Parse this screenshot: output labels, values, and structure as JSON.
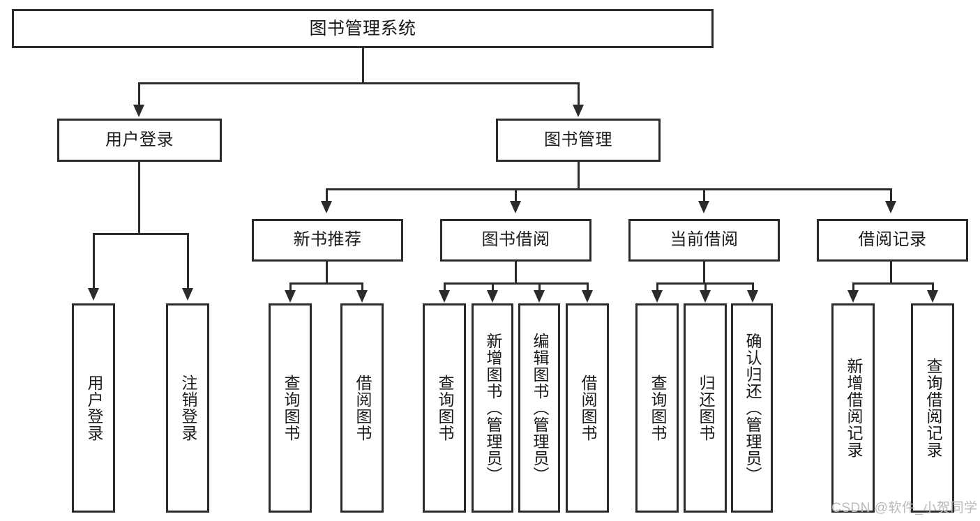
{
  "diagram": {
    "title": "图书管理系统",
    "type": "functional-structure-tree",
    "watermark": "CSDN @软件_小贺同学",
    "colors": {
      "stroke": "#2b2b2b",
      "fill": "#ffffff",
      "text": "#1a1a1a",
      "watermark": "#b9b9b9"
    },
    "root": {
      "label": "图书管理系统"
    },
    "level2": [
      {
        "label": "用户登录"
      },
      {
        "label": "图书管理"
      }
    ],
    "level3": [
      {
        "label": "新书推荐"
      },
      {
        "label": "图书借阅"
      },
      {
        "label": "当前借阅"
      },
      {
        "label": "借阅记录"
      }
    ],
    "leaves": {
      "user_login": [
        {
          "label": "用户登录"
        },
        {
          "label": "注销登录"
        }
      ],
      "new_book_recommend": [
        {
          "label": "查询图书"
        },
        {
          "label": "借阅图书"
        }
      ],
      "book_borrow": [
        {
          "label": "查询图书"
        },
        {
          "label": "新增图书（管理员）"
        },
        {
          "label": "编辑图书（管理员）"
        },
        {
          "label": "借阅图书"
        }
      ],
      "current_borrow": [
        {
          "label": "查询图书"
        },
        {
          "label": "归还图书"
        },
        {
          "label": "确认归还（管理员）"
        }
      ],
      "borrow_record": [
        {
          "label": "新增借阅记录"
        },
        {
          "label": "查询借阅记录"
        }
      ]
    }
  }
}
